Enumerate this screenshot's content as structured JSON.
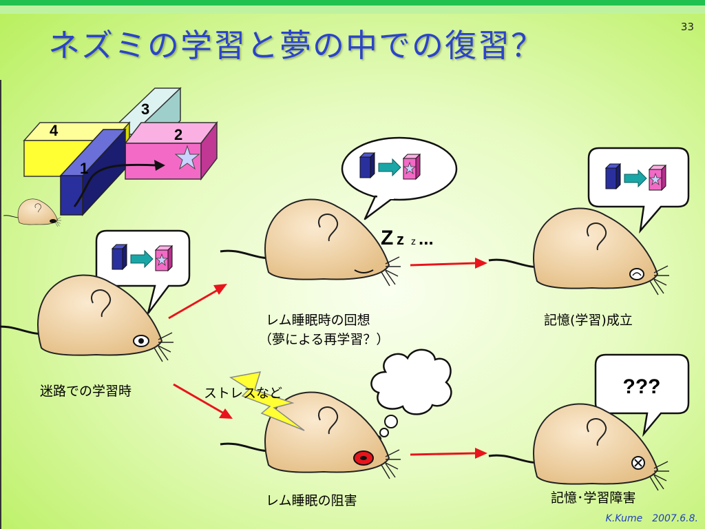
{
  "slide": {
    "title": "ネズミの学習と夢の中での復習？",
    "page_number": "33",
    "credit": "K.Kume　2007.6.8."
  },
  "maze": {
    "arm_labels": [
      "1",
      "2",
      "3",
      "4"
    ]
  },
  "labels": {
    "learning": "迷路での学習時",
    "rem_recall_line1": "レム睡眠時の回想",
    "rem_recall_line2": "（夢による再学習？）",
    "memory_formed": "記憶(学習)成立",
    "stress": "ストレスなど",
    "rem_disrupted": "レム睡眠の阻害",
    "memory_impaired": "記憶･学習障害",
    "question": "???",
    "snore_big": "Z",
    "snore_mid": "z",
    "snore_small": "z",
    "snore_dots": "..."
  },
  "colors": {
    "title": "#2b44c8",
    "mouse_body": "#efcd9a",
    "blue_block": "#2a2f9e",
    "pink_block": "#f36ac6",
    "yellow_block": "#ffff33",
    "teal_arrow": "#1aa6a6",
    "red_arrow": "#e8141c",
    "bolt": "#ffff33"
  }
}
